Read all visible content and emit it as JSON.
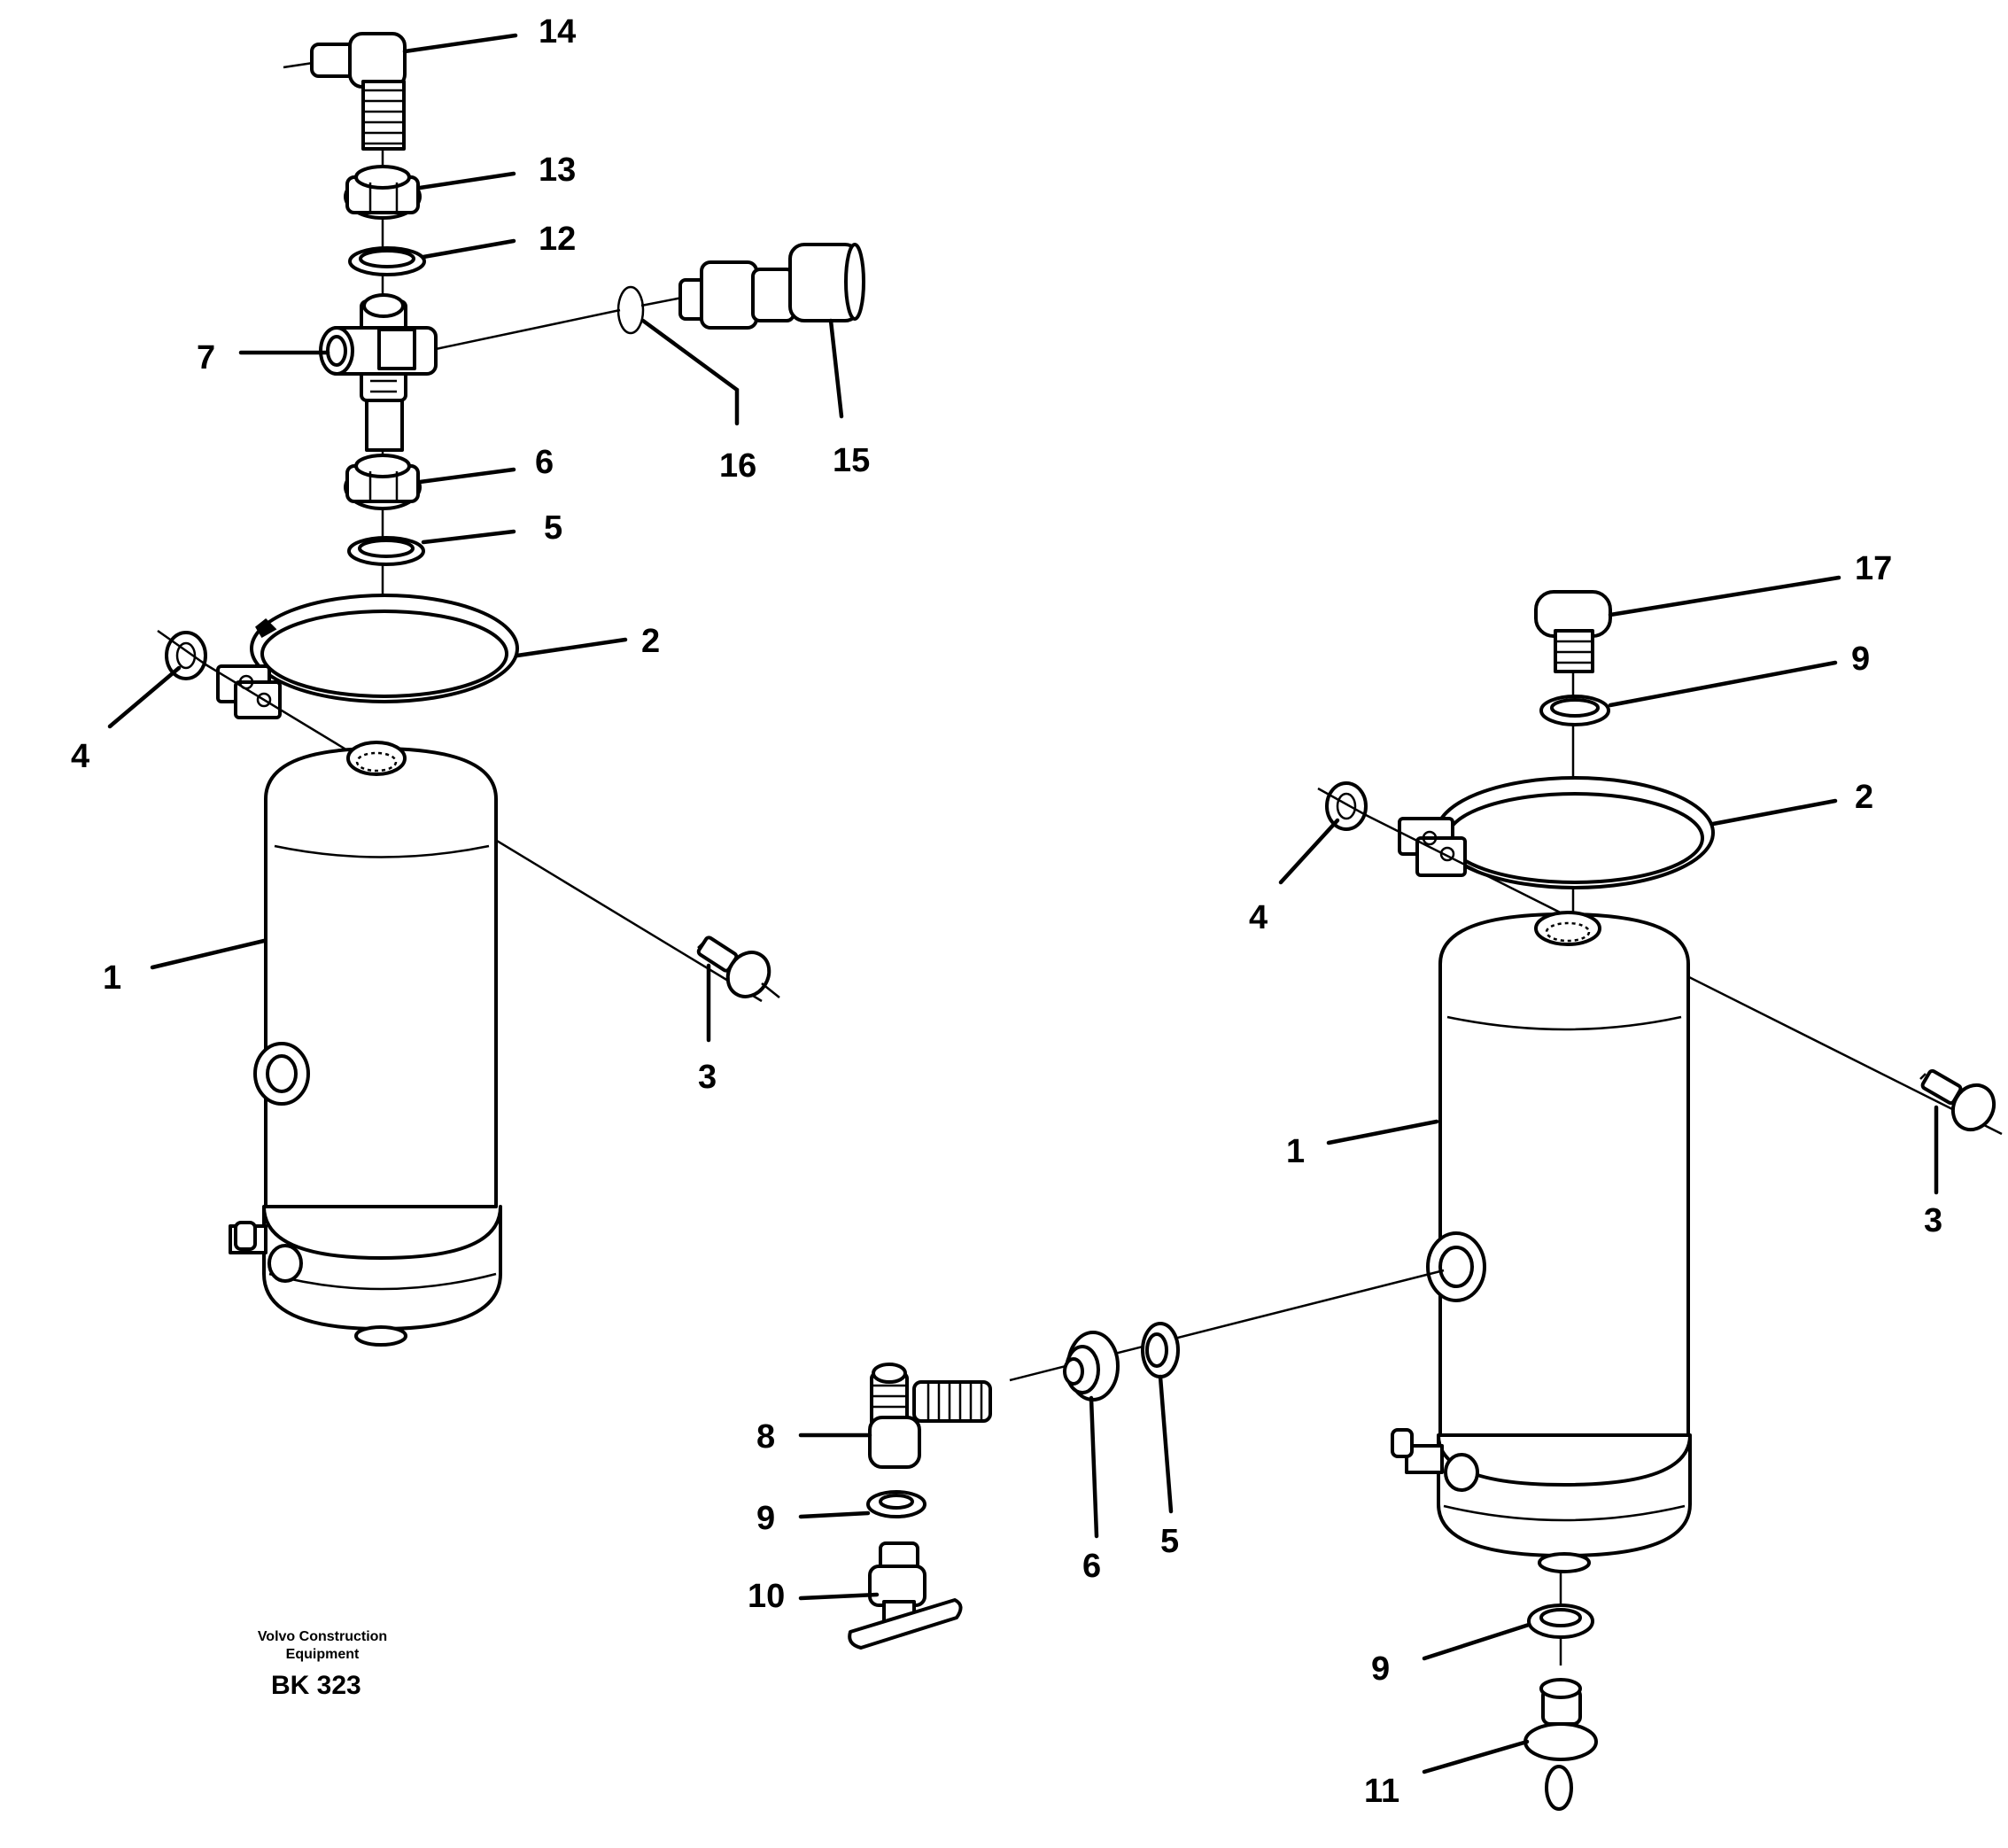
{
  "credit": {
    "line1": "Volvo Construction",
    "line2": "Equipment",
    "code": "BK 323"
  },
  "left_assembly": {
    "label_14": "14",
    "label_13": "13",
    "label_12": "12",
    "label_7": "7",
    "label_16": "16",
    "label_15": "15",
    "label_6": "6",
    "label_5": "5",
    "label_2": "2",
    "label_4": "4",
    "label_1": "1",
    "label_3": "3"
  },
  "right_assembly": {
    "label_17": "17",
    "label_9_top": "9",
    "label_2": "2",
    "label_4": "4",
    "label_1": "1",
    "label_3": "3",
    "label_8": "8",
    "label_9_mid": "9",
    "label_10": "10",
    "label_6": "6",
    "label_5": "5",
    "label_9_bottom": "9",
    "label_11": "11"
  }
}
